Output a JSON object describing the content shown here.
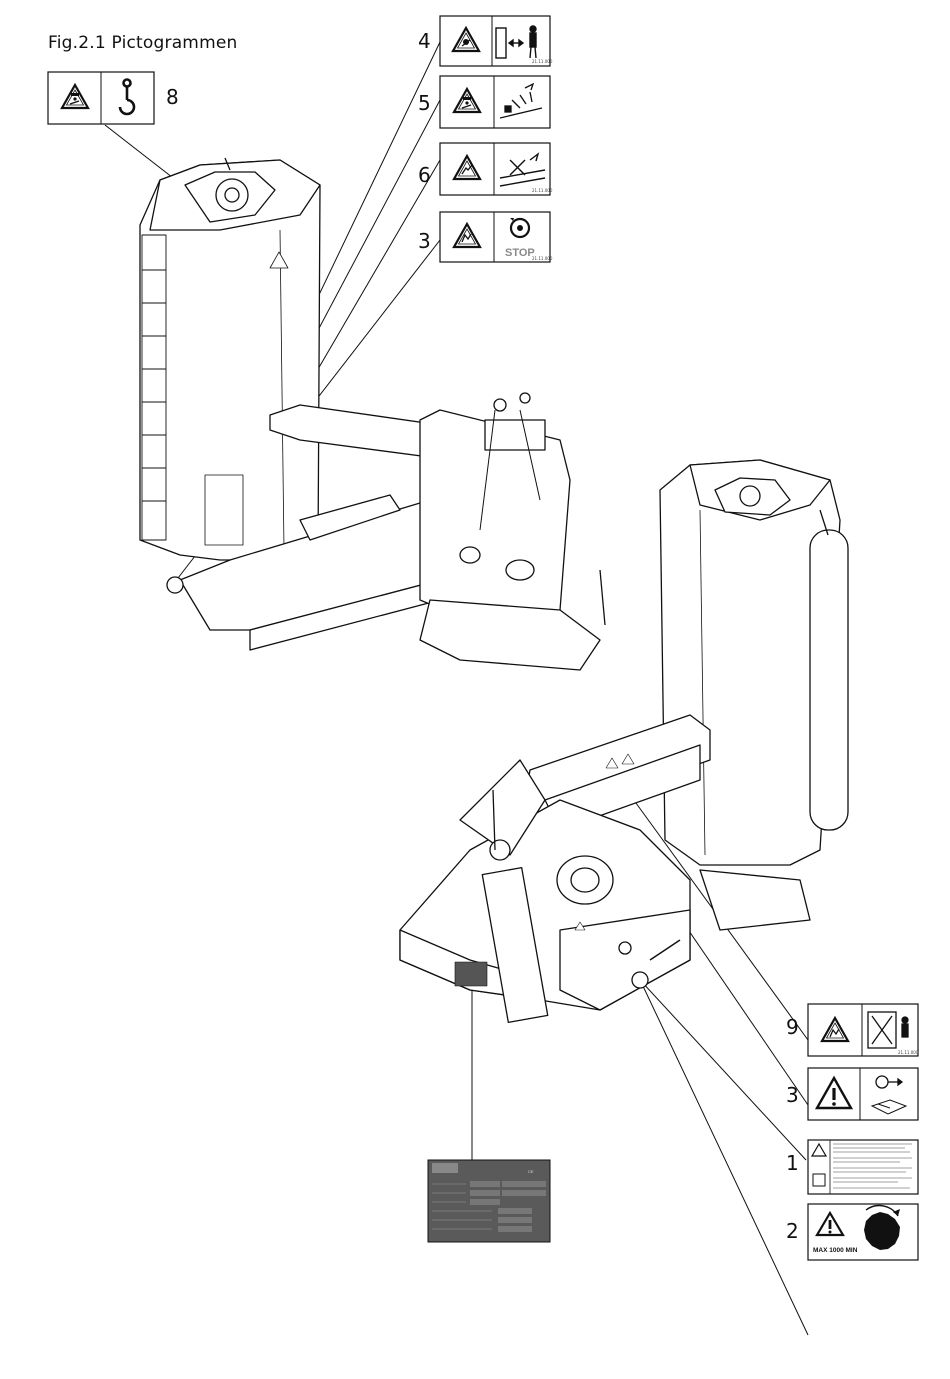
{
  "figure": {
    "title": "Fig.2.1 Pictogrammen"
  },
  "callouts": [
    {
      "number": "8",
      "icon": "crush-hazard-and-lifting-hook"
    },
    {
      "number": "4",
      "icon": "keep-safe-distance"
    },
    {
      "number": "5",
      "icon": "thrown-objects-hazard"
    },
    {
      "number": "6",
      "icon": "fluid-injection-hazard"
    },
    {
      "number": "3",
      "icon": "rotor-stop-warning"
    },
    {
      "number": "9",
      "icon": "crush-between-machine-and-tractor"
    },
    {
      "number": "3",
      "icon": "remove-key-read-manual"
    },
    {
      "number": "1",
      "icon": "warning-text-label"
    },
    {
      "number": "2",
      "icon": "max-pto-speed"
    }
  ],
  "labels": {
    "stop": "STOP",
    "max_speed": "MAX 1000 MIN",
    "ce_mark": "CE"
  },
  "colors": {
    "line": "#111111",
    "plate": "#555555"
  }
}
